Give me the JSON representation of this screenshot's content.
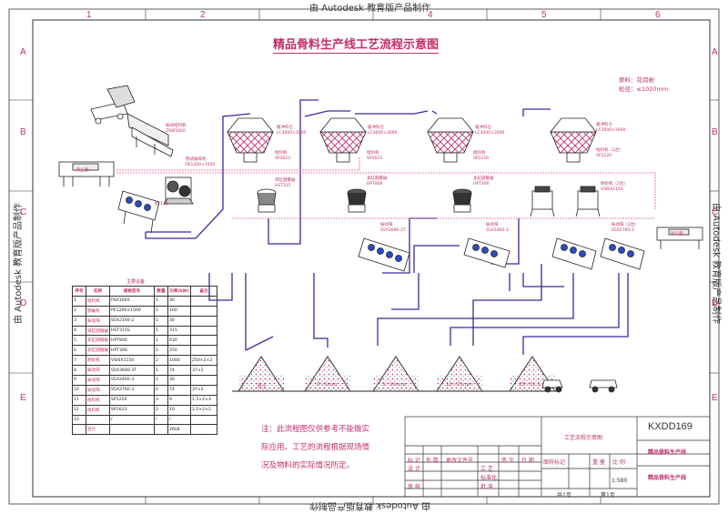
{
  "watermark": "由 Autodesk 教育版产品制作",
  "grid": {
    "rows": [
      "A",
      "B",
      "C",
      "D",
      "E"
    ],
    "cols": [
      "1",
      "2",
      "3",
      "4",
      "5",
      "6"
    ]
  },
  "title": "精品骨料生产线工艺流程示意图",
  "material_note": {
    "line1": "原料：花岗岩",
    "line2": "粒径：≤1020mm"
  },
  "equipment_labels": {
    "feeder": [
      "振动给料机",
      "ZSW1600"
    ],
    "jaw_crusher": [
      "颚式破碎机",
      "PE1200×1500"
    ],
    "hopper1": [
      "缓冲料仓",
      "LC3000×3000"
    ],
    "hopper2": [
      "缓冲料仓",
      "LC3000×3000"
    ],
    "hopper3": [
      "缓冲料仓",
      "LC3000×3000"
    ],
    "hopper4": [
      "缓冲料仓",
      "LC3000×3000"
    ],
    "feeder2": [
      "给料机",
      "SP1623"
    ],
    "feeder3": [
      "给料机",
      "SP1623"
    ],
    "feeder4": [
      "给料机",
      "SP1220"
    ],
    "feeder5": [
      "给料机（2台）",
      "SP1220"
    ],
    "cone1": [
      "单缸圆锥破",
      "HST315"
    ],
    "cone2": [
      "多缸圆锥破",
      "HPT800"
    ],
    "cone3": [
      "多缸圆锥破",
      "HPT300"
    ],
    "vsi": [
      "制砂机（2台）",
      "VSI6X1150"
    ],
    "screen1": [
      "振动筛",
      "S5X2160-2"
    ],
    "screen2": [
      "振动筛",
      "S5X3680-3T"
    ],
    "screen3": [
      "振动筛",
      "S5X2460-3"
    ],
    "screen4": [
      "振动筛（2台）",
      "S5X2760-3"
    ],
    "dust1": "除尘器",
    "dust2": "除尘器",
    "grizzly": "加 1 筛"
  },
  "product_labels": [
    "渣土",
    "0~5mm",
    "5~10mm",
    "10~25mm",
    "25~31.5"
  ],
  "equipment_table": {
    "title": "主要设备",
    "headers": [
      "序号",
      "名称",
      "规格型号",
      "数量",
      "功率(kW)",
      "备注"
    ],
    "rows": [
      [
        "1",
        "给料机",
        "PSX1660",
        "1",
        "30",
        ""
      ],
      [
        "2",
        "颚破机",
        "PE1200×1500",
        "1",
        "160",
        ""
      ],
      [
        "3",
        "振动筛",
        "S5X2160-2",
        "1",
        "30",
        ""
      ],
      [
        "4",
        "单缸圆锥破",
        "HST315S",
        "1",
        "315",
        ""
      ],
      [
        "5",
        "多缸圆锥破",
        "HPT800",
        "1",
        "630",
        ""
      ],
      [
        "6",
        "多缸圆锥破",
        "HPT300",
        "1",
        "250",
        ""
      ],
      [
        "7",
        "制砂机",
        "VSI6X1150",
        "2",
        "1000",
        "250×2×2"
      ],
      [
        "8",
        "振动筛",
        "S5X3680-3T",
        "1",
        "74",
        "37×2"
      ],
      [
        "9",
        "振动筛",
        "S5X2460-3",
        "1",
        "30",
        ""
      ],
      [
        "10",
        "振动筛",
        "S5X2760-3",
        "2",
        "74",
        "37×2"
      ],
      [
        "11",
        "给料机",
        "SP1220",
        "3",
        "9",
        "1.5×2×3"
      ],
      [
        "12",
        "给料机",
        "SP1623",
        "2",
        "10",
        "2.5×2×2"
      ],
      [
        "13",
        "",
        "/",
        "/",
        "/",
        ""
      ],
      [
        "",
        "合计",
        "",
        "",
        "2604",
        ""
      ]
    ]
  },
  "remark": {
    "line1": "注：此流程图仅供参考不能做实",
    "line2": "际应用。工艺的流程根据现场情",
    "line3": "况及物料的实际情况所定。"
  },
  "title_block": {
    "drawing_no": "KXDD169",
    "drawing_name": "工艺流程示意图",
    "project1": "精品骨料生产线",
    "project2": "精品骨料生产线",
    "scale": "1:580",
    "sheet_total": "共1页",
    "sheet_no": "第1页",
    "row_labels": [
      "标 记",
      "处 数",
      "更改文件号",
      "签 字",
      "日 期"
    ],
    "role_labels": [
      "设 计",
      "工 艺",
      "标准化",
      "审 核",
      "批 准"
    ],
    "col_labels": [
      "图样标记",
      "重 量",
      "比 例"
    ]
  }
}
